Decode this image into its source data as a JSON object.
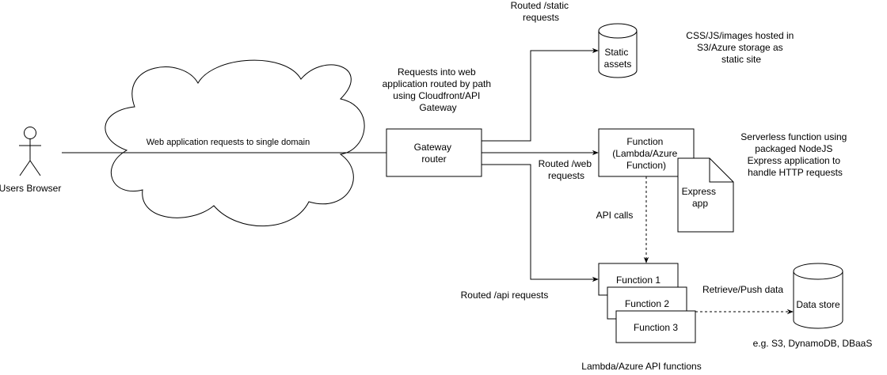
{
  "nodes": {
    "user": {
      "label": "Users Browser"
    },
    "cloud": {
      "label": "Web application requests to single domain"
    },
    "gateway": {
      "lines": [
        "Gateway",
        "router"
      ]
    },
    "static_assets": {
      "lines": [
        "Static",
        "assets"
      ]
    },
    "function_web": {
      "lines": [
        "Function",
        "(Lambda/Azure",
        "Function)"
      ]
    },
    "express_app": {
      "lines": [
        "Express",
        "app"
      ]
    },
    "function_1": {
      "label": "Function 1"
    },
    "function_2": {
      "label": "Function 2"
    },
    "function_3": {
      "label": "Function 3"
    },
    "data_store": {
      "label": "Data store"
    }
  },
  "annotations": {
    "routed_static": [
      "Routed /static",
      "requests"
    ],
    "requests_routed": [
      "Requests into web",
      "application routed by path",
      "using Cloudfront/API",
      "Gateway"
    ],
    "css_hosted": [
      "CSS/JS/images hosted in",
      "S3/Azure storage as",
      "static site"
    ],
    "serverless_function": [
      "Serverless function using",
      "packaged NodeJS",
      "Express application to",
      "handle HTTP requests"
    ],
    "routed_web": [
      "Routed /web",
      "requests"
    ],
    "api_calls": "API calls",
    "routed_api": "Routed /api requests",
    "retrieve_push": "Retrieve/Push data",
    "data_store_examples": "e.g. S3, DynamoDB, DBaaS",
    "lambda_api_functions": "Lambda/Azure API functions"
  },
  "colors": {
    "stroke": "#000000",
    "fill": "#ffffff",
    "text": "#000000"
  }
}
